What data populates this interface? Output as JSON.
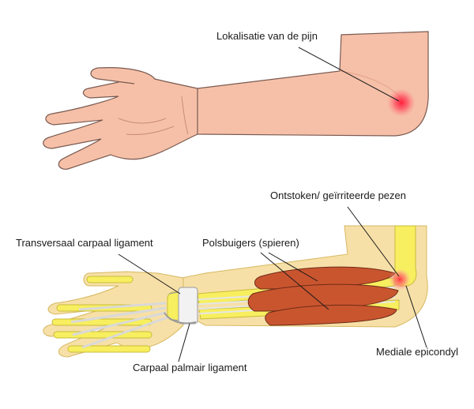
{
  "labels": {
    "pain_location": "Lokalisatie van de pijn",
    "inflamed_tendons": "Ontstoken/ geïrriteerde pezen",
    "transverse_carpal_ligament": "Transversaal carpaal ligament",
    "wrist_flexors": "Polsbuigers (spieren)",
    "medial_epicondyle": "Mediale epicondyl",
    "palmar_carpal_ligament": "Carpaal palmair ligament"
  },
  "colors": {
    "skin": "#f6c0a8",
    "skin_outline": "#7a5a50",
    "bone_shadow": "#f3df8e",
    "bone": "#f7ef5f",
    "muscle": "#c9552f",
    "muscle_outline": "#6e2b17",
    "tendon": "#d9d9d9",
    "ligament": "#f2f2f2",
    "pain": "#ff1f3a"
  },
  "icons": [
    "pain-spot-icon",
    "inflammation-spot-icon"
  ]
}
